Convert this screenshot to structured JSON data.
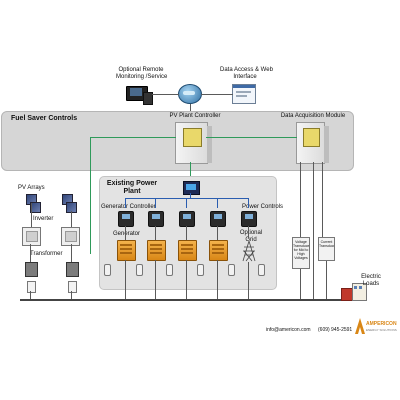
{
  "top": {
    "remote_label_1": "Optional Remote",
    "remote_label_2": "Monitoring /Service",
    "web_label_1": "Data Access & Web",
    "web_label_2": "Interface"
  },
  "fuel_saver": {
    "title": "Fuel Saver Controls",
    "pv_plant_controller": "PV Plant Controller",
    "data_acquisition_module": "Data Acquisition Module"
  },
  "left": {
    "pv_arrays": "PV Arrays",
    "inverter": "Inverter",
    "transformer": "Transformer"
  },
  "plant": {
    "title_1": "Existing Power",
    "title_2": "Plant",
    "generator_controller": "Generator Controller",
    "power_controls": "Power Controls",
    "generator": "Generator",
    "optional_grid_1": "Optional",
    "optional_grid_2": "Grid"
  },
  "transducers": {
    "voltage_1": "Voltage",
    "voltage_2": "Transducer",
    "voltage_3": "for Mid to",
    "voltage_4": "High",
    "voltage_5": "Voltages",
    "current_1": "Current",
    "current_2": "Transducer"
  },
  "loads": {
    "label_1": "Electric",
    "label_2": "Loads"
  },
  "footer": {
    "email": "info@americon.com",
    "phone": "(609) 945-2591",
    "brand": "AMPERICON",
    "brand_sub": "ENERGY SOLUTIONS"
  },
  "colors": {
    "signal_line": "#2f9a5a",
    "panel_bg": "#d6d6d6",
    "generator": "#e99a2c",
    "brand": "#d98716"
  }
}
